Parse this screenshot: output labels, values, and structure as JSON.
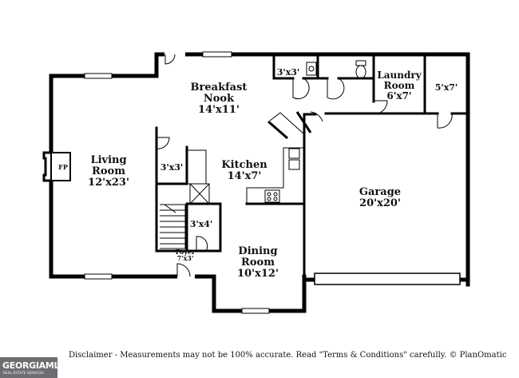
{
  "rooms": {
    "breakfast_nook": {
      "name_line1": "Breakfast",
      "name_line2": "Nook",
      "dims": "14'x11'"
    },
    "living_room": {
      "name_line1": "Living",
      "name_line2": "Room",
      "dims": "12'x23'"
    },
    "kitchen": {
      "name": "Kitchen",
      "dims": "14'x7'"
    },
    "garage": {
      "name": "Garage",
      "dims": "20'x20'"
    },
    "dining_room": {
      "name_line1": "Dining",
      "name_line2": "Room",
      "dims": "10'x12'"
    },
    "laundry_room": {
      "name_line1": "Laundry",
      "name_line2": "Room",
      "dims": "6'x7'"
    },
    "foyer": {
      "name": "Foyer",
      "dims": "7'x3'"
    },
    "closet_top": {
      "dims": "3'x3'"
    },
    "closet_mid": {
      "dims": "3'x3'"
    },
    "closet_stair": {
      "dims": "3'x4'"
    },
    "storage": {
      "dims": "5'x7'"
    }
  },
  "fireplace": {
    "label": "FP"
  },
  "disclaimer": "Disclaimer - Measurements may not be 100% accurate. Read \"Terms & Conditions\" carefully. © PlanOmatic",
  "logo": {
    "main": "GEORGIAMLS",
    "sub": "REAL ESTATE SERVICES"
  }
}
